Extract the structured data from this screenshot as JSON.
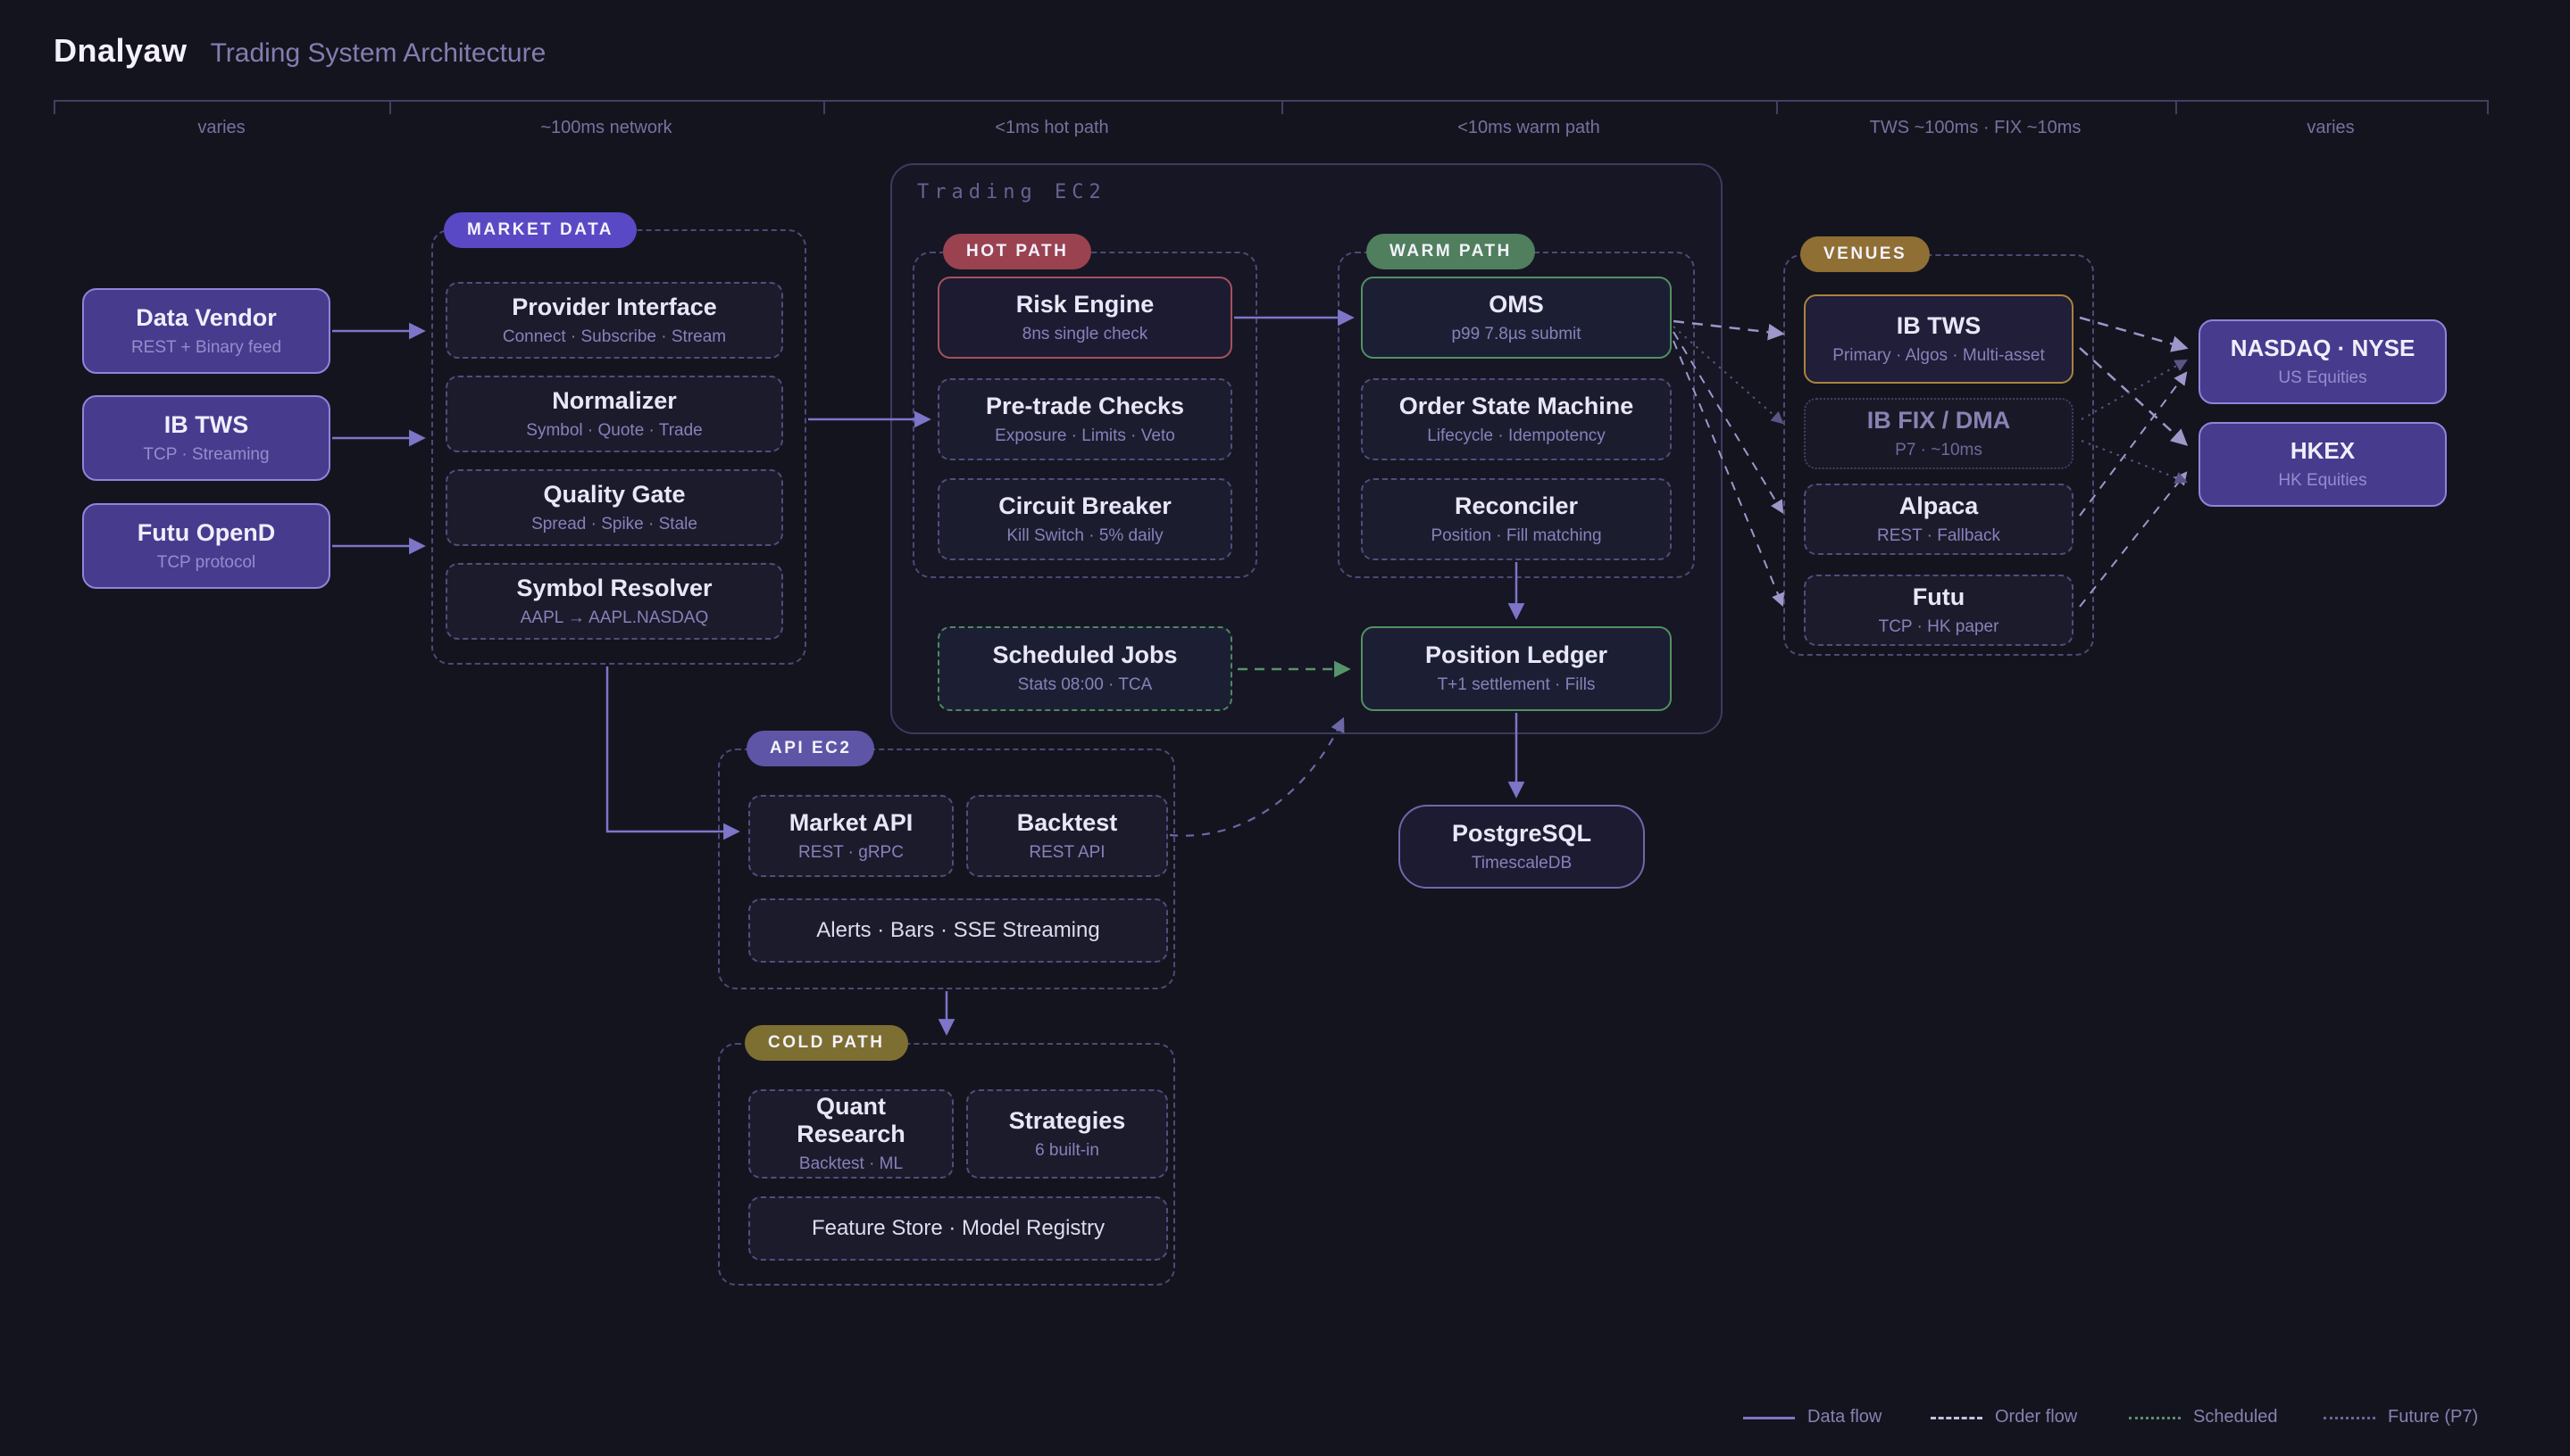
{
  "header": {
    "brand": "Dnalyaw",
    "subtitle": "Trading System Architecture"
  },
  "timeline": {
    "segments": [
      {
        "label": "varies"
      },
      {
        "label": "~100ms network"
      },
      {
        "label": "<1ms hot path"
      },
      {
        "label": "<10ms warm path"
      },
      {
        "label": "TWS ~100ms · FIX ~10ms"
      },
      {
        "label": "varies"
      }
    ]
  },
  "sources": {
    "items": [
      {
        "title": "Data Vendor",
        "subtitle": "REST + Binary feed"
      },
      {
        "title": "IB TWS",
        "subtitle": "TCP · Streaming"
      },
      {
        "title": "Futu OpenD",
        "subtitle": "TCP protocol"
      }
    ]
  },
  "market_data": {
    "label": "MARKET DATA",
    "items": [
      {
        "title": "Provider Interface",
        "subtitle": "Connect · Subscribe · Stream"
      },
      {
        "title": "Normalizer",
        "subtitle": "Symbol · Quote · Trade"
      },
      {
        "title": "Quality Gate",
        "subtitle": "Spread · Spike · Stale"
      },
      {
        "title": "Symbol Resolver",
        "subtitle": "AAPL → AAPL.NASDAQ"
      }
    ]
  },
  "trading_ec2": {
    "label": "Trading EC2",
    "hot_path": {
      "label": "HOT PATH",
      "items": [
        {
          "title": "Risk Engine",
          "subtitle": "8ns single check"
        },
        {
          "title": "Pre-trade Checks",
          "subtitle": "Exposure · Limits · Veto"
        },
        {
          "title": "Circuit Breaker",
          "subtitle": "Kill Switch · 5% daily"
        }
      ]
    },
    "warm_path": {
      "label": "WARM PATH",
      "items": [
        {
          "title": "OMS",
          "subtitle": "p99 7.8µs submit"
        },
        {
          "title": "Order State Machine",
          "subtitle": "Lifecycle · Idempotency"
        },
        {
          "title": "Reconciler",
          "subtitle": "Position · Fill matching"
        }
      ]
    },
    "scheduled_jobs": {
      "title": "Scheduled Jobs",
      "subtitle": "Stats 08:00 · TCA"
    },
    "position_ledger": {
      "title": "Position Ledger",
      "subtitle": "T+1 settlement · Fills"
    }
  },
  "venues": {
    "label": "VENUES",
    "items": [
      {
        "title": "IB TWS",
        "subtitle": "Primary · Algos · Multi-asset"
      },
      {
        "title": "IB FIX / DMA",
        "subtitle": "P7 · ~10ms"
      },
      {
        "title": "Alpaca",
        "subtitle": "REST · Fallback"
      },
      {
        "title": "Futu",
        "subtitle": "TCP · HK paper"
      }
    ]
  },
  "exchanges": {
    "items": [
      {
        "title": "NASDAQ · NYSE",
        "subtitle": "US Equities"
      },
      {
        "title": "HKEX",
        "subtitle": "HK Equities"
      }
    ]
  },
  "api_ec2": {
    "label": "API EC2",
    "items": [
      {
        "title": "Market API",
        "subtitle": "REST · gRPC"
      },
      {
        "title": "Backtest",
        "subtitle": "REST API"
      }
    ],
    "wide": "Alerts · Bars · SSE Streaming"
  },
  "cold_path": {
    "label": "COLD PATH",
    "items": [
      {
        "title": "Quant Research",
        "subtitle": "Backtest · ML"
      },
      {
        "title": "Strategies",
        "subtitle": "6 built-in"
      }
    ],
    "wide": "Feature Store · Model Registry"
  },
  "database": {
    "title": "PostgreSQL",
    "subtitle": "TimescaleDB"
  },
  "legend": {
    "items": [
      {
        "label": "Data flow",
        "style": "solid"
      },
      {
        "label": "Order flow",
        "style": "dashed"
      },
      {
        "label": "Scheduled",
        "style": "dotted-green"
      },
      {
        "label": "Future (P7)",
        "style": "dotted-dim"
      }
    ]
  },
  "colors": {
    "background": "#14141f",
    "accent_purple": "#7d75c8",
    "filled_box": "#473b8e",
    "filled_border": "#8f84da",
    "market_pill": "#5a49c4",
    "hot_pill": "#9a4250",
    "warm_pill": "#4f7f5d",
    "venues_pill": "#8f6f33",
    "api_pill": "#5e55a6",
    "cold_pill": "#7d6e32",
    "risk_border": "#a5525e",
    "green_border": "#539060",
    "gold_border": "#a8843c",
    "scheduled_green": "#57936b",
    "order_dash": "#9d97ca",
    "future_dot": "#5a5584"
  }
}
